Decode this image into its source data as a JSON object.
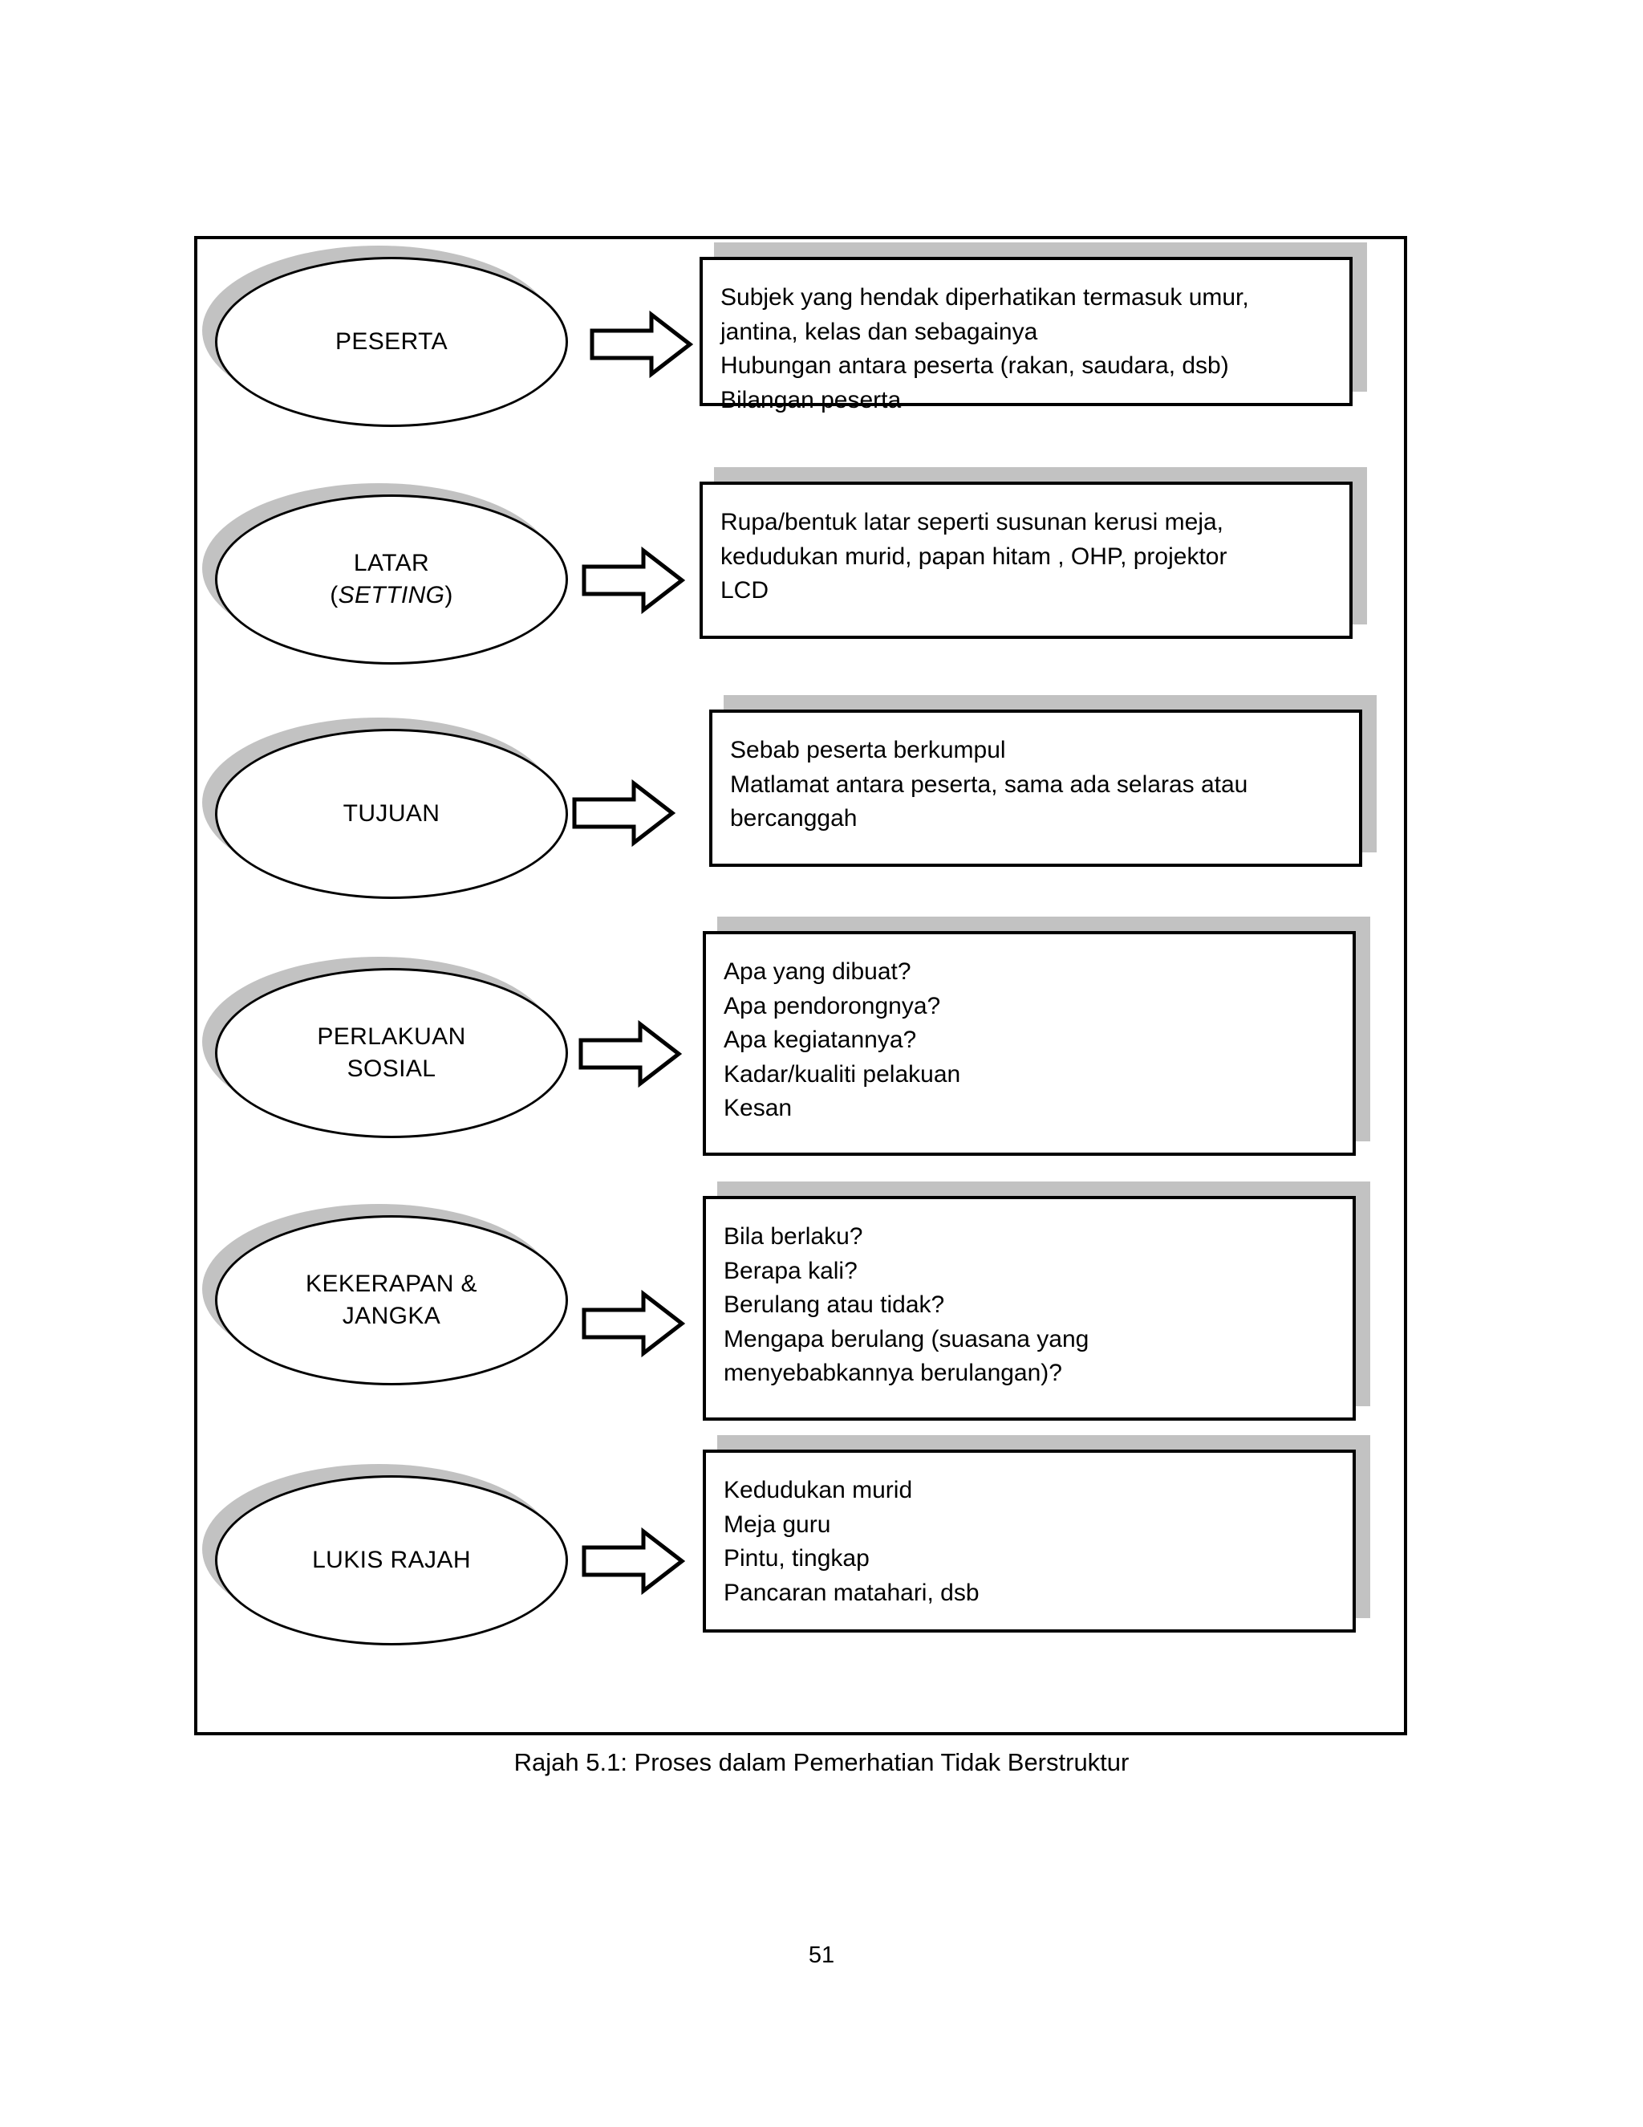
{
  "document": {
    "figure_caption": "Rajah 5.1: Proses dalam Pemerhatian Tidak Berstruktur",
    "page_number": "51"
  },
  "colors": {
    "shadow_gray": "#c2c2c2",
    "outline_black": "#000000",
    "background_white": "#ffffff"
  },
  "diagram": {
    "rows": [
      {
        "node_label": "PESERTA",
        "node_label_line2": "",
        "arrow_icon": "right-block-arrow-icon",
        "detail_lines": [
          "Subjek yang hendak diperhatikan termasuk umur,",
          "jantina, kelas dan sebagainya",
          "Hubungan antara peserta (rakan, saudara, dsb)",
          "Bilangan peserta"
        ]
      },
      {
        "node_label": "LATAR",
        "node_label_line2": "(SETTING)",
        "node_label_line2_italic_part": "SETTING",
        "arrow_icon": "right-block-arrow-icon",
        "detail_lines": [
          "Rupa/bentuk latar seperti susunan kerusi meja,",
          "kedudukan murid, papan hitam , OHP, projektor",
          "LCD"
        ]
      },
      {
        "node_label": "TUJUAN",
        "node_label_line2": "",
        "arrow_icon": "right-block-arrow-icon",
        "detail_lines": [
          "Sebab peserta berkumpul",
          "Matlamat antara peserta, sama ada selaras atau",
          "bercanggah"
        ]
      },
      {
        "node_label": "PERLAKUAN",
        "node_label_line2": "SOSIAL",
        "arrow_icon": "right-block-arrow-icon",
        "detail_lines": [
          "Apa yang dibuat?",
          "Apa pendorongnya?",
          "Apa kegiatannya?",
          "Kadar/kualiti pelakuan",
          "Kesan"
        ]
      },
      {
        "node_label": "KEKERAPAN  &",
        "node_label_line2": "JANGKA",
        "arrow_icon": "right-block-arrow-icon",
        "detail_lines": [
          "Bila berlaku?",
          "Berapa kali?",
          "Berulang atau tidak?",
          "Mengapa berulang (suasana yang",
          "menyebabkannya berulangan)?"
        ]
      },
      {
        "node_label": "LUKIS RAJAH",
        "node_label_line2": "",
        "arrow_icon": "right-block-arrow-icon",
        "detail_lines": [
          "Kedudukan murid",
          "Meja guru",
          "Pintu, tingkap",
          "Pancaran matahari, dsb"
        ]
      }
    ]
  }
}
